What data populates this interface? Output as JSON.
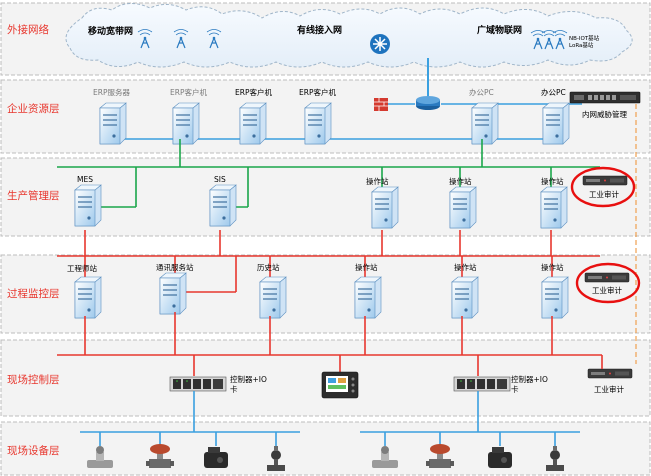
{
  "layers": [
    {
      "label": "外接网络"
    },
    {
      "label": "企业资源层"
    },
    {
      "label": "生产管理层"
    },
    {
      "label": "过程监控层"
    },
    {
      "label": "现场控制层"
    },
    {
      "label": "现场设备层"
    }
  ],
  "external": {
    "mobile": "移动宽带网",
    "wired": "有线接入网",
    "iot": "广域物联网",
    "iot_note_1": "NB-IOT基站",
    "iot_note_2": "LoRa基站"
  },
  "erp_layer": {
    "nodes": [
      {
        "label": "ERP服务器",
        "style": "grey"
      },
      {
        "label": "ERP客户机",
        "style": "grey"
      },
      {
        "label": "ERP客户机",
        "style": "bold"
      },
      {
        "label": "ERP客户机",
        "style": "bold"
      },
      {
        "label": "办公PC",
        "style": "grey"
      },
      {
        "label": "办公PC",
        "style": "bold"
      }
    ],
    "threat_mgmt": "内网威胁管理"
  },
  "production_layer": {
    "nodes": [
      {
        "label": "MES"
      },
      {
        "label": "SIS"
      },
      {
        "label": "操作站"
      },
      {
        "label": "操作站"
      },
      {
        "label": "操作站"
      }
    ],
    "audit": "工业审计"
  },
  "process_layer": {
    "nodes": [
      {
        "label": "工程师站"
      },
      {
        "label": "通讯服务站"
      },
      {
        "label": "历史站"
      },
      {
        "label": "操作站"
      },
      {
        "label": "操作站"
      },
      {
        "label": "操作站"
      }
    ],
    "audit": "工业审计"
  },
  "control_layer": {
    "controller_label_1": "控制器+IO",
    "controller_label_2": "卡",
    "controller_label_3": "控制器+IO",
    "controller_label_4": "卡",
    "audit": "工业审计"
  },
  "colors": {
    "erp_bus": "#3aa0e0",
    "production_bus": "#1aa64a",
    "process_bus": "#e8372e",
    "field_bus": "#3aa0e0",
    "uplink": "#3aa0e0",
    "dashed_link": "#f0a050",
    "highlight_circle": "#e81010",
    "layer_label": "#e8372e"
  }
}
